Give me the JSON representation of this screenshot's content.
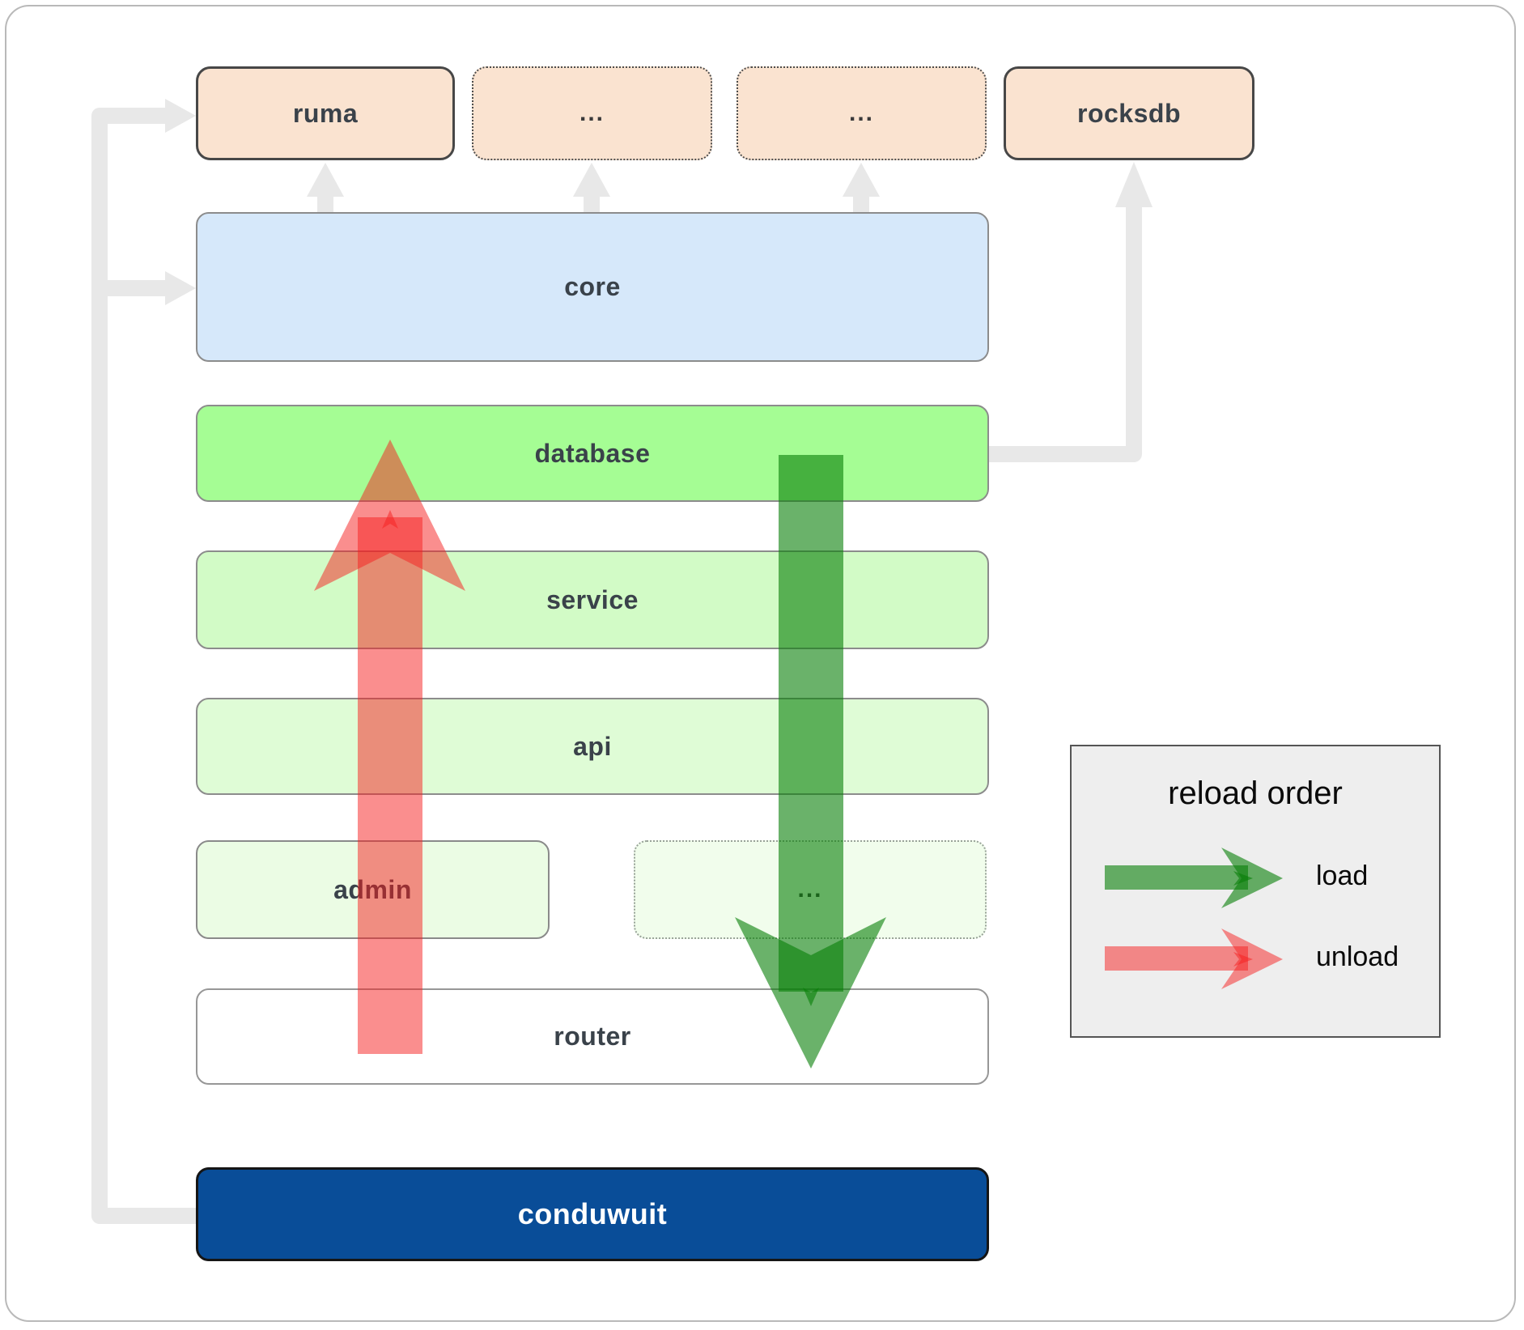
{
  "nodes": {
    "ruma": "ruma",
    "extra_top_1": "...",
    "extra_top_2": "...",
    "rocksdb": "rocksdb",
    "core": "core",
    "database": "database",
    "service": "service",
    "api": "api",
    "admin": "admin",
    "extra_admin": "...",
    "router": "router",
    "conduwuit": "conduwuit"
  },
  "legend": {
    "title": "reload order",
    "load_label": "load",
    "unload_label": "unload"
  },
  "colors": {
    "external_box_fill": "#FAE3D0",
    "core_fill": "#D6E8FA",
    "database_fill": "#A5FD94",
    "service_fill": "#D2FBC6",
    "api_fill": "#DFFCD6",
    "admin_fill": "#EBFCE4",
    "extra_admin_fill": "#F1FDEC",
    "router_fill": "#FFFFFF",
    "conduwuit_fill": "#094D98",
    "conduwuit_text": "#FFFFFF",
    "load_arrow_green": "#067F06",
    "unload_arrow_red": "#F51E1E",
    "connector_gray": "#E8E8E8",
    "legend_background": "#EEEEEE"
  }
}
